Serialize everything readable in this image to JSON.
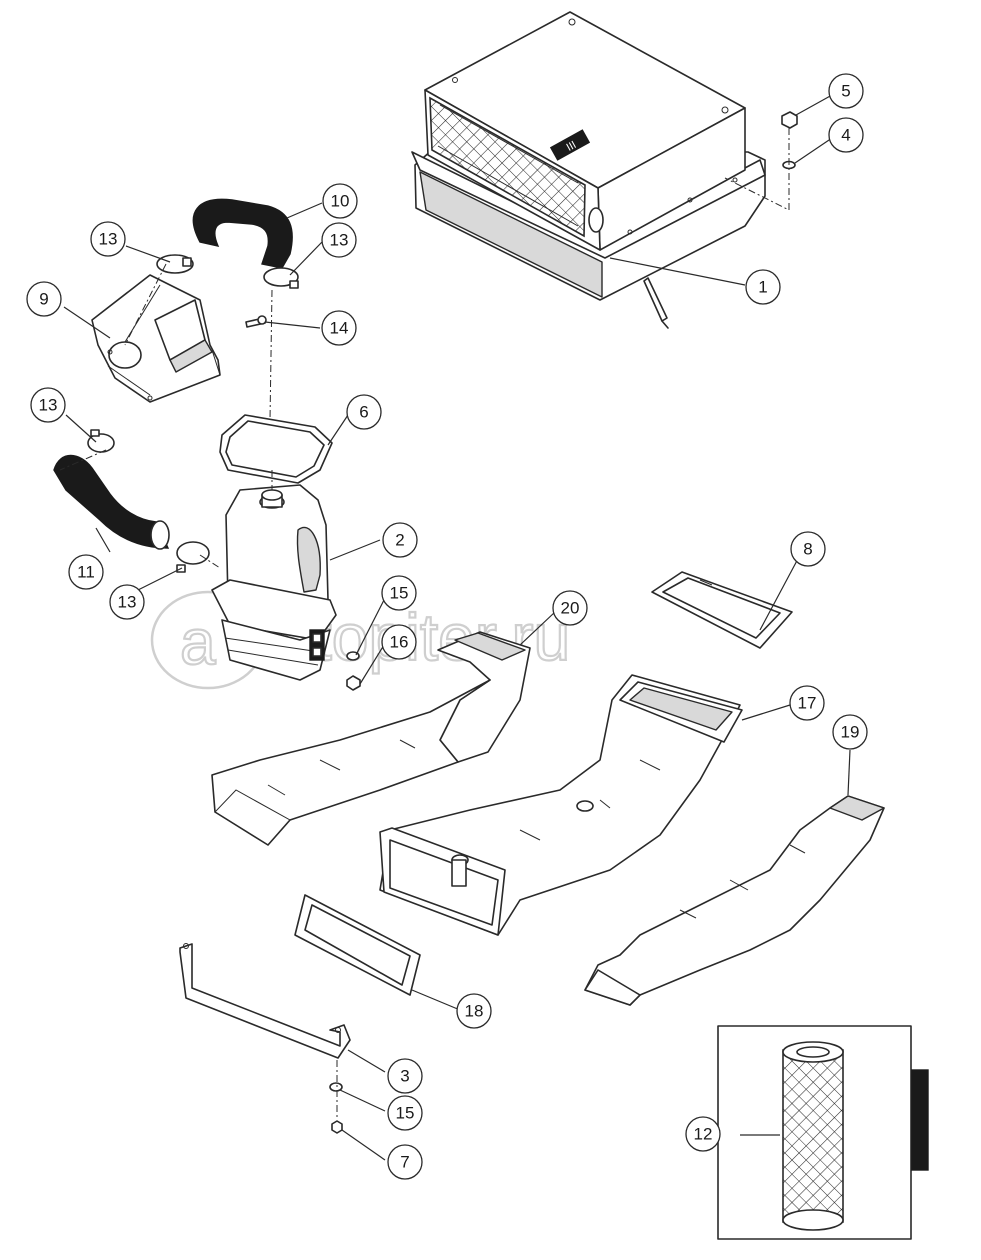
{
  "watermark": {
    "text": "autopiter.ru"
  },
  "callouts": [
    {
      "id": "c1",
      "label": "1"
    },
    {
      "id": "c2",
      "label": "2"
    },
    {
      "id": "c3",
      "label": "3"
    },
    {
      "id": "c4",
      "label": "4"
    },
    {
      "id": "c5",
      "label": "5"
    },
    {
      "id": "c6",
      "label": "6"
    },
    {
      "id": "c7",
      "label": "7"
    },
    {
      "id": "c8",
      "label": "8"
    },
    {
      "id": "c9",
      "label": "9"
    },
    {
      "id": "c10",
      "label": "10"
    },
    {
      "id": "c11",
      "label": "11"
    },
    {
      "id": "c12",
      "label": "12"
    },
    {
      "id": "c13a",
      "label": "13"
    },
    {
      "id": "c13b",
      "label": "13"
    },
    {
      "id": "c13c",
      "label": "13"
    },
    {
      "id": "c13d",
      "label": "13"
    },
    {
      "id": "c14",
      "label": "14"
    },
    {
      "id": "c15a",
      "label": "15"
    },
    {
      "id": "c15b",
      "label": "15"
    },
    {
      "id": "c16",
      "label": "16"
    },
    {
      "id": "c17",
      "label": "17"
    },
    {
      "id": "c18",
      "label": "18"
    },
    {
      "id": "c19",
      "label": "19"
    },
    {
      "id": "c20",
      "label": "20"
    }
  ]
}
